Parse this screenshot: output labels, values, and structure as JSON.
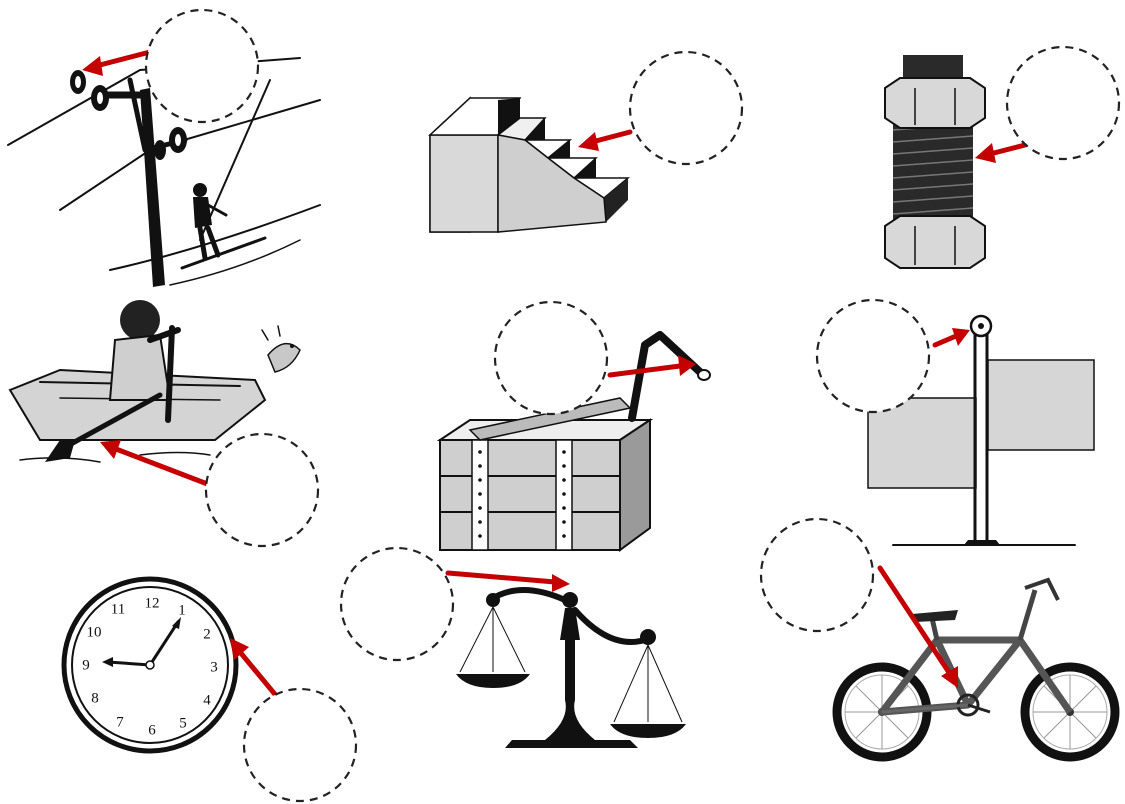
{
  "worksheet": {
    "items": [
      {
        "id": "ski-lift",
        "icon": "ski-lift-pulley-icon"
      },
      {
        "id": "stairs",
        "icon": "stairs-inclined-plane-icon"
      },
      {
        "id": "bolt",
        "icon": "bolt-screw-icon"
      },
      {
        "id": "rowboat",
        "icon": "rowboat-oar-lever-icon"
      },
      {
        "id": "crank-box",
        "icon": "crank-wheel-axle-icon"
      },
      {
        "id": "flag-pole",
        "icon": "flagpole-pulley-icon"
      },
      {
        "id": "clock",
        "icon": "clock-gears-icon"
      },
      {
        "id": "balance-scale",
        "icon": "balance-scale-lever-icon"
      },
      {
        "id": "bicycle",
        "icon": "bicycle-wheel-axle-icon"
      }
    ],
    "clock_numbers": [
      "12",
      "1",
      "2",
      "3",
      "4",
      "5",
      "6",
      "7",
      "8",
      "9",
      "10",
      "11"
    ],
    "colors": {
      "arrow": "#c40000",
      "ink": "#111111",
      "background": "#ffffff"
    }
  }
}
